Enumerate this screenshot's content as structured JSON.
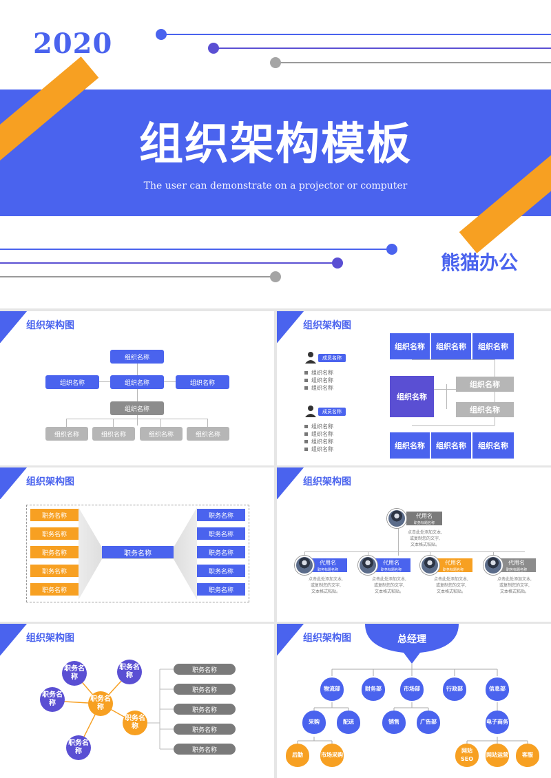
{
  "cover": {
    "year": "2020",
    "title": "组织架构模板",
    "subtitle": "The user can demonstrate on a projector or computer",
    "brand": "熊猫办公"
  },
  "slide_title": "组织架构图",
  "slide1": {
    "top": "组织名称",
    "left": "组织名称",
    "center": "组织名称",
    "right": "组织名称",
    "mid": "组织名称",
    "bottom": [
      "组织名称",
      "组织名称",
      "组织名称",
      "组织名称"
    ]
  },
  "slide2": {
    "member1": "成员名称",
    "member2": "成员名称",
    "bullets1": [
      "组织名称",
      "组织名称",
      "组织名称"
    ],
    "bullets2": [
      "组织名称",
      "组织名称",
      "组织名称",
      "组织名称"
    ],
    "top_row": [
      "组织名称",
      "组织名称",
      "组织名称"
    ],
    "main": "组织名称",
    "right1": "组织名称",
    "right2": "组织名称",
    "bottom_row": [
      "组织名称",
      "组织名称",
      "组织名称"
    ]
  },
  "slide3": {
    "left": [
      "职务名称",
      "职务名称",
      "职务名称",
      "职务名称",
      "职务名称"
    ],
    "center": "职务名称",
    "right": [
      "职务名称",
      "职务名称",
      "职务名称",
      "职务名称",
      "职务名称"
    ]
  },
  "slide4": {
    "top": {
      "name": "代用名",
      "role": "职务标题名称"
    },
    "top_text": [
      "点击此处添加文本,",
      "或复制您的文字,",
      "文本格式粘贴。"
    ],
    "children": [
      {
        "name": "代用名",
        "role": "职务标题名称",
        "color": "#4a63ee"
      },
      {
        "name": "代用名",
        "role": "职务标题名称",
        "color": "#4a63ee"
      },
      {
        "name": "代用名",
        "role": "职务标题名称",
        "color": "#f7a022"
      },
      {
        "name": "代用名",
        "role": "职务标题名称",
        "color": "#8c8c8c"
      }
    ],
    "child_text": [
      "点击此处添加文本,",
      "或复制您的文字,",
      "文本格式粘贴。"
    ]
  },
  "slide5": {
    "circles": [
      "职务名称",
      "职务名称",
      "职务名称",
      "职务名称",
      "职务名称",
      "职务名称"
    ],
    "pills": [
      "职务名称",
      "职务名称",
      "职务名称",
      "职务名称",
      "职务名称"
    ]
  },
  "slide6": {
    "head": "总经理",
    "depts": [
      "物流部",
      "财务部",
      "市场部",
      "行政部",
      "信息部"
    ],
    "row2": [
      "采购",
      "配送",
      "销售",
      "广告部",
      "电子商务"
    ],
    "row3": [
      "后勤",
      "市场采购",
      "网站SEO",
      "网站运营",
      "客服"
    ]
  }
}
